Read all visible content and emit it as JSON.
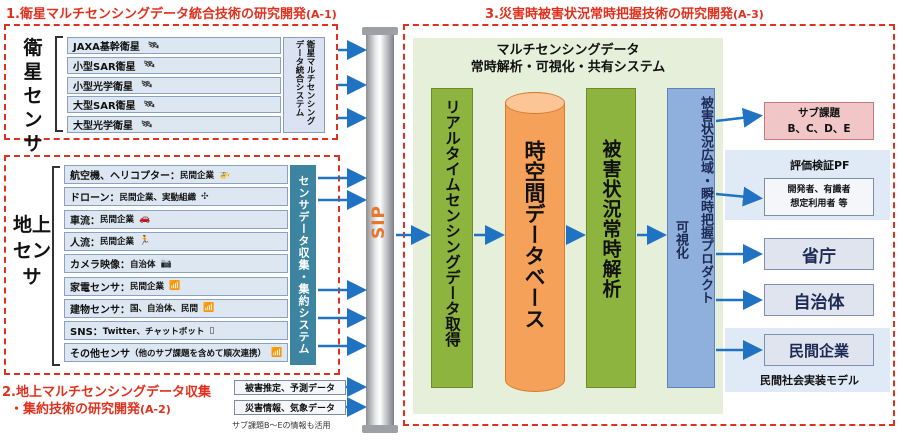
{
  "titles": {
    "a1": "1.衛星マルチセンシングデータ統合技術の研究開発",
    "a1_code": "(A-1)",
    "a3": "3.災害時被害状況常時把握技術の研究開発",
    "a3_code": "(A-3)",
    "a2_line1": "2.地上マルチセンシングデータ収集",
    "a2_line2": "・集約技術の研究開発",
    "a2_code": "(A-2)"
  },
  "satellite": {
    "group_label": "衛星センサ",
    "items": [
      "JAXA基幹衛星",
      "小型SAR衛星",
      "小型光学衛星",
      "大型SAR衛星",
      "大型光学衛星"
    ],
    "system_label": "衛星マルチセンシングデータ統合システム"
  },
  "ground": {
    "group_label": "地上センサ",
    "items": [
      {
        "main": "航空機、ヘリコプター：",
        "sub": "民間企業"
      },
      {
        "main": "ドローン：",
        "sub": "民間企業、実動組織"
      },
      {
        "main": "車流：",
        "sub": "民間企業"
      },
      {
        "main": "人流：",
        "sub": "民間企業"
      },
      {
        "main": "カメラ映像：",
        "sub": "自治体"
      },
      {
        "main": "家電センサ：",
        "sub": "民間企業"
      },
      {
        "main": "建物センサ：",
        "sub": "国、自治体、民間"
      },
      {
        "main": "SNS：",
        "sub": "Twitter、チャットボット"
      },
      {
        "main": "その他センサ",
        "sub": "（他のサブ課題を含めて順次連携）"
      }
    ],
    "system_label": "センサデータ収集・集約システム"
  },
  "sip": {
    "logo": "SIP"
  },
  "bottom_inputs": {
    "items": [
      "被害推定、予測データ",
      "災害情報、気象データ"
    ],
    "note": "サブ課題B～Eの情報も活用"
  },
  "system": {
    "title_line1": "マルチセンシングデータ",
    "title_line2": "常時解析・可視化・共有システム",
    "col1": "リアルタイムセンシングデータ取得",
    "col2": "時空間データベース",
    "col3": "被害状況常時解析",
    "col4_main": "被害状況広域・瞬時把握プロダクト",
    "col4_side": "可視化"
  },
  "outputs": {
    "sub_task_title": "サブ課題",
    "sub_task_items": "B、C、D、E",
    "pf_title": "評価検証PF",
    "pf_line1": "開発者、有識者",
    "pf_line2": "想定利用者 等",
    "ministry": "省庁",
    "local_gov": "自治体",
    "private": "民間企業",
    "model_note": "民間社会実装モデル"
  },
  "colors": {
    "red": "#e0301e",
    "green_col": "#8db43e",
    "orange_col": "#f6a15a",
    "blue_col": "#8fb0dd",
    "teal_bar": "#3c84a0",
    "system_bg": "#e6efd9"
  }
}
